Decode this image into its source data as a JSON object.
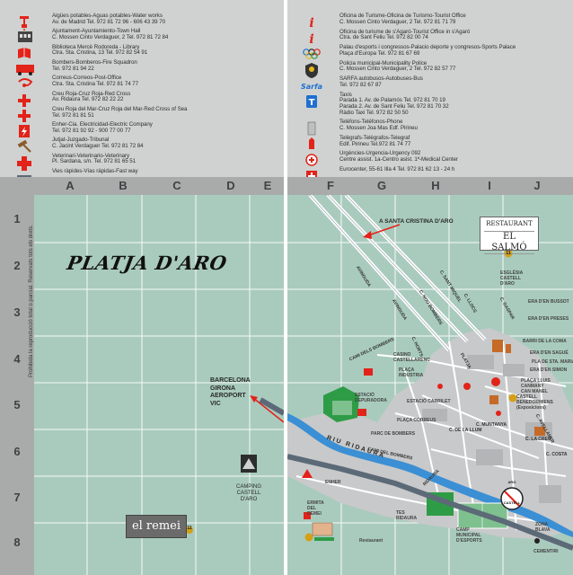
{
  "legend_left": [
    {
      "icon": "faucet-icon",
      "lines": [
        "Aigües potables-Aguas potables-Water works",
        "Av. de Madrid Tel. 972 81 72 96 - 606 43 39 70"
      ]
    },
    {
      "icon": "town-hall-icon",
      "lines": [
        "Ajuntament-Ayuntamiento-Town Hall",
        "C. Mossen Cinto Verdaguer, 2 Tel. 972 81 72 84"
      ]
    },
    {
      "icon": "library-icon",
      "lines": [
        "Biblioteca Mercè Rodoreda - Library",
        "Ctra. Sta. Cristina, 13 Tel. 972 82 54 91"
      ]
    },
    {
      "icon": "fire-truck-icon",
      "lines": [
        "Bombers-Bomberos-Fire Squadron",
        "Tel. 972 81 94 22"
      ]
    },
    {
      "icon": "post-horn-icon",
      "lines": [
        "Correus-Correos-Post-Office",
        "Ctra. Sta. Cristina Tel. 972 81 74 77"
      ]
    },
    {
      "icon": "red-cross-icon",
      "lines": [
        "Creu Roja-Cruz Roja-Red Cross",
        "Av. Ridaura Tel. 972 82 22 22"
      ]
    },
    {
      "icon": "sea-red-cross-icon",
      "lines": [
        "Creu Roja del Mar-Cruz Roja del Mar-Red Cross of Sea",
        "Tel. 972 81 81 51"
      ]
    },
    {
      "icon": "electric-icon",
      "lines": [
        "Enher-Cia. Electricidad-Electric Company",
        "Tel. 972 81 92 92 - 900 77 00 77"
      ]
    },
    {
      "icon": "gavel-icon",
      "lines": [
        "Jutjat-Juzgado-Tribunal",
        "C. Jacint Verdaguer Tel. 972 81 72 84"
      ]
    },
    {
      "icon": "veterinary-icon",
      "lines": [
        "Veterinari-Veterinario-Veterinary",
        "Pl. Sardana, s/n. Tel. 972 81 65 51"
      ]
    },
    {
      "icon": "fast-way-icon",
      "lines": [
        "Vies ràpides-Vías rápidas-Fast way"
      ]
    }
  ],
  "legend_right": [
    {
      "icon": "info-icon",
      "lines": [
        "Oficina de Turisme-Oficina de Turismo-Tourist Office",
        "C. Mossen Cinto Verdaguer, 2 Tel. 972 81 71 79"
      ]
    },
    {
      "icon": "info-icon",
      "lines": [
        "Oficina de turisme de s'Agaró-Tourist Office in s'Agaró",
        "Ctra. de Sant Feliu Tel. 972 82 00 74"
      ]
    },
    {
      "icon": "olympic-rings-icon",
      "lines": [
        "Palau d'esports i congressos-Palacio deporte y congresos-Sports Palace",
        "Plaça d'Europa Tel. 972 81 67 69"
      ]
    },
    {
      "icon": "police-badge-icon",
      "lines": [
        "Policia municipal-Municipality Police",
        "C. Mossen Cinto Verdaguer, 2 Tel. 972 82 57 77"
      ]
    },
    {
      "icon": "bus-logo-icon",
      "lines": [
        "SARFA autobusos-Autobuses-Bus",
        "Tel. 972 82 67 87"
      ]
    },
    {
      "icon": "taxi-icon",
      "lines": [
        "Taxis",
        "Parada 1. Av. de Palamós Tel. 972 81 70 19",
        "Parada 2. Av. de Sant Feliu Tel. 972 81 70 32",
        "Ràdio Taxi Tel. 972 82 50 50"
      ]
    },
    {
      "icon": "telephone-icon",
      "lines": [
        "Telèfons-Teléfonos-Phone",
        "C. Mossen Joa Mas Edf. Pirineu"
      ]
    },
    {
      "icon": "telegraph-icon",
      "lines": [
        "Telègrafs-Telégrafos-Telegraf",
        "Edif. Pirineu Tel.972 81 74 77"
      ]
    },
    {
      "icon": "emergency-icon",
      "lines": [
        "Urgències-Urgencia-Urgency 092",
        "Centre assist. 1a-Centro asist. 1ª-Medical Center"
      ]
    },
    {
      "icon": "swiss-cross-icon",
      "lines": [
        "Eurocenter, 55-61 Illa 4 Tel. 972 81 62 13 - 24 h"
      ]
    }
  ],
  "columns": [
    "A",
    "B",
    "C",
    "D",
    "E",
    "F",
    "G",
    "H",
    "I",
    "J"
  ],
  "rows": [
    "1",
    "2",
    "3",
    "4",
    "5",
    "6",
    "7",
    "8"
  ],
  "map": {
    "title": "PLATJA D'ARO",
    "copyright": "Prohibida la reproducció total o parcial. Reservats tots els drets.",
    "direction_santa_cristina": "A SANTA CRISTINA D'ARO",
    "direction_barcelona": [
      "BARCELONA",
      "GIRONA",
      "AEROPORT",
      "VIC"
    ],
    "camping": [
      "CAMPING",
      "CASTELL",
      "D'ARO"
    ],
    "el_remei": "el remei",
    "restaurant_sign": [
      "RESTAURANT",
      "EL SALMÓ"
    ],
    "river": "RIU RIDAURA",
    "marker_11": "11",
    "streets": [
      {
        "name": "AVINGUDA"
      },
      {
        "name": "AVINGUDA"
      },
      {
        "name": "C. NOU BOMBERS"
      },
      {
        "name": "C. HORTS"
      },
      {
        "name": "CAMI DELS BOMBERS"
      },
      {
        "name": "PLATJA"
      },
      {
        "name": "CAMI DEL BOMBERS"
      },
      {
        "name": "C. DE LA LLUM"
      },
      {
        "name": "C. MUNTANYA"
      },
      {
        "name": "C. LA CREU"
      },
      {
        "name": "C. COSTA"
      },
      {
        "name": "RIDAURA"
      },
      {
        "name": "C. AVELLANER"
      },
      {
        "name": "C. LLOCS"
      },
      {
        "name": "C. SANT MIQUEL"
      },
      {
        "name": "C. GASPAR"
      }
    ],
    "pois": [
      {
        "lines": [
          "CASINO",
          "CASTELLARENC"
        ]
      },
      {
        "lines": [
          "PLAÇA",
          "INDUSTRIA"
        ]
      },
      {
        "lines": [
          "ESTACIÓ",
          "DEPURADORA"
        ]
      },
      {
        "lines": [
          "ESTACIÓ CARRILET"
        ]
      },
      {
        "lines": [
          "PLAÇA CORREUS"
        ]
      },
      {
        "lines": [
          "PARC DE BOMBERS"
        ]
      },
      {
        "lines": [
          "ESGLÉSIA",
          "CASTELL",
          "D'ARO"
        ]
      },
      {
        "lines": [
          "ERA D'EN BUSSOT"
        ]
      },
      {
        "lines": [
          "ERA D'EN PRESES"
        ]
      },
      {
        "lines": [
          "BARRI DE LA COMA"
        ]
      },
      {
        "lines": [
          "ERA D'EN SAGUÉ"
        ]
      },
      {
        "lines": [
          "PLA DE STA. MARIA"
        ]
      },
      {
        "lines": [
          "ERA D'EN SIMON"
        ]
      },
      {
        "lines": [
          "PLAÇA LLUIS",
          "CANMANY",
          "CAN MANEL"
        ]
      },
      {
        "lines": [
          "CASTELL",
          "BENEDORMIENS",
          "(Exposicions)"
        ]
      },
      {
        "lines": [
          "ENHER"
        ]
      },
      {
        "lines": [
          "ERMITA",
          "DEL",
          "REMEI"
        ]
      },
      {
        "lines": [
          "TES",
          "RIDAURA"
        ]
      },
      {
        "lines": [
          "CAMP",
          "MUNICIPAL",
          "D'ESPORTS"
        ]
      },
      {
        "lines": [
          "ZONA",
          "BLAVA"
        ]
      },
      {
        "lines": [
          "CEMENTIRI"
        ]
      },
      {
        "lines": [
          "Restaurant"
        ]
      }
    ],
    "aro_sign": [
      "ARO",
      "CASTELL"
    ]
  },
  "colors": {
    "legend_bg": "#cfd2d0",
    "grid_bar": "#a9abab",
    "map_land": "#a9cbbe",
    "town": "#c8c9ca",
    "river": "#3b8fd4",
    "park": "#2e9c46",
    "red_icon": "#e2231a",
    "fast_way": "#5c6a78"
  }
}
